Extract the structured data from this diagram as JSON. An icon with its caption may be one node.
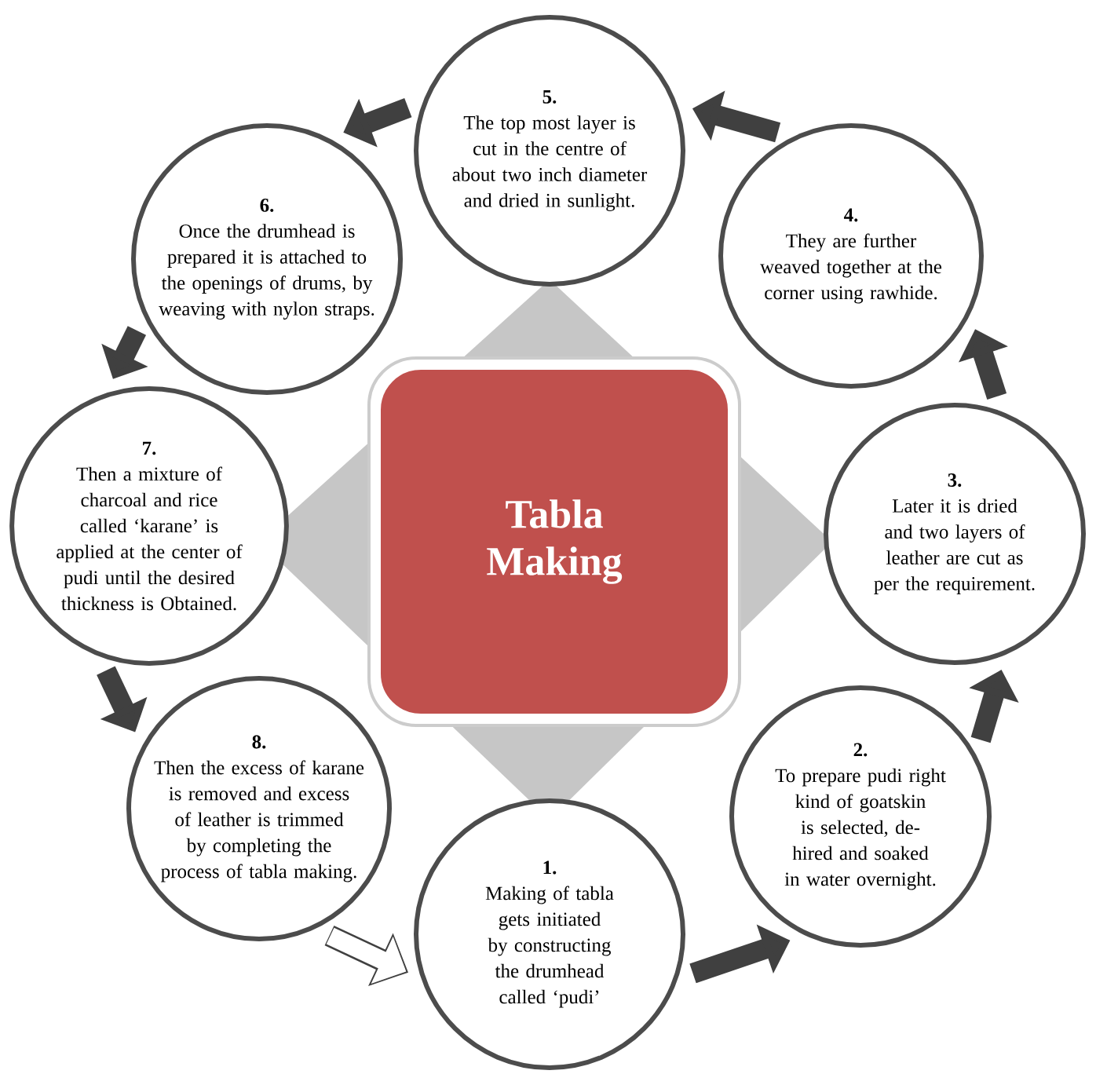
{
  "diagram": {
    "nodes": [
      {
        "text": [
          "Tabla Making"
        ]
      },
      {
        "text": [
          "1.",
          "Making of tabla gets initiated by constructing the drumhead called ‘pudi’"
        ]
      },
      {
        "text": [
          "2.",
          "To prepare pudi right kind of goatskin is selected, de-hired and soaked in water overnight."
        ]
      },
      {
        "text": [
          "3.",
          "Later it is dried and two layers of leather are cut as per the requirement."
        ]
      },
      {
        "text": [
          "4.",
          "They are further weaved together at the corner using rawhide."
        ]
      },
      {
        "text": [
          "5.",
          "The top most layer is cut in the centre of about two inch diameter and dried in sunlight."
        ]
      },
      {
        "text": [
          "6.",
          "Once the drumhead is prepared it is attached to the openings of drums, by weaving with nylon straps."
        ]
      },
      {
        "text": [
          "7.",
          "Then a mixture of charcoal and rice called ‘karane’ is applied at the center of pudi until the desired thickness is Obtained."
        ]
      },
      {
        "text": [
          "8.",
          "Then the excess of karane is removed and excess of leather is trimmed by completing the process of tabla making."
        ]
      }
    ],
    "edges": [
      {
        "from": 1,
        "to": 2,
        "arrow": "to"
      },
      {
        "from": 2,
        "to": 3,
        "arrow": "to"
      },
      {
        "from": 3,
        "to": 4,
        "arrow": "to"
      },
      {
        "from": 4,
        "to": 5,
        "arrow": "to"
      },
      {
        "from": 5,
        "to": 6,
        "arrow": "to"
      },
      {
        "from": 6,
        "to": 7,
        "arrow": "to"
      },
      {
        "from": 7,
        "to": 8,
        "arrow": "to"
      },
      {
        "from": 8,
        "to": 1,
        "arrow": "to",
        "color": "#ffffff"
      }
    ]
  }
}
